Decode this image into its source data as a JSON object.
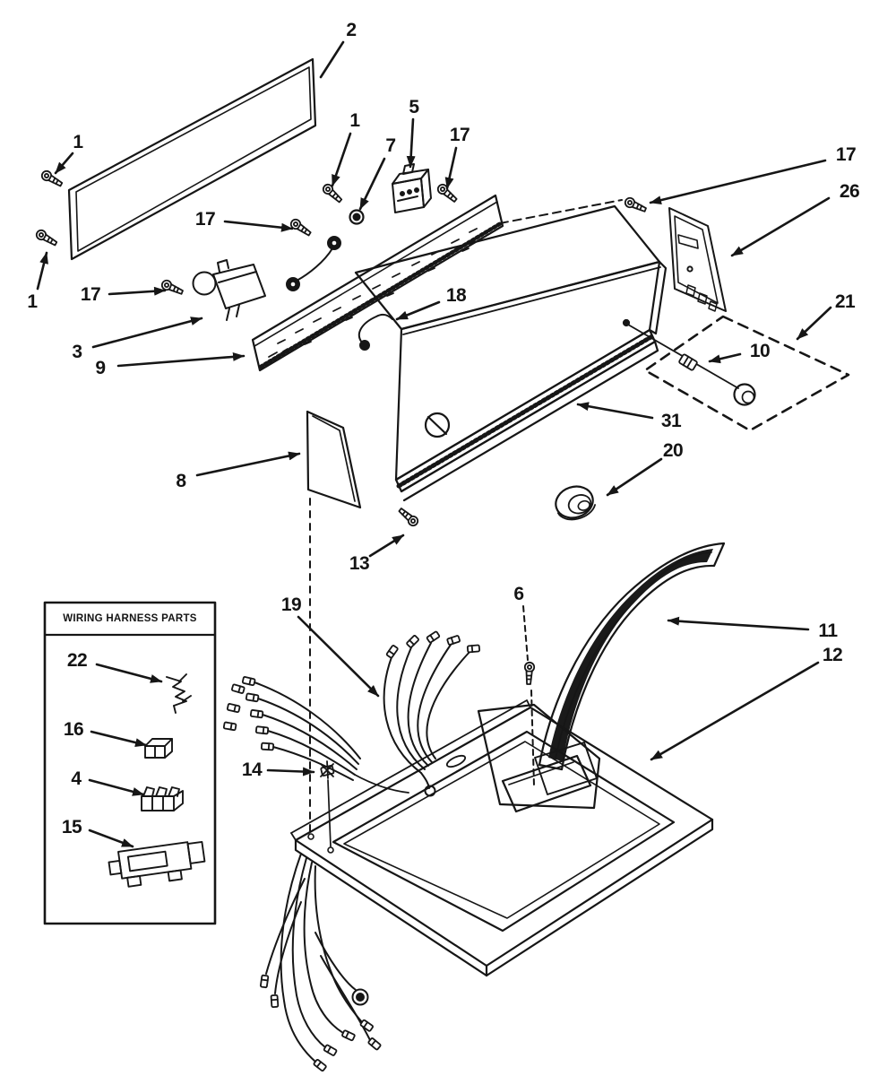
{
  "harness_box": {
    "title": "WIRING HARNESS PARTS",
    "items": [
      {
        "num": "22"
      },
      {
        "num": "16"
      },
      {
        "num": "4"
      },
      {
        "num": "15"
      }
    ]
  },
  "callouts": [
    {
      "num": "2"
    },
    {
      "num": "1"
    },
    {
      "num": "1"
    },
    {
      "num": "1"
    },
    {
      "num": "7"
    },
    {
      "num": "5"
    },
    {
      "num": "17"
    },
    {
      "num": "17"
    },
    {
      "num": "17"
    },
    {
      "num": "3"
    },
    {
      "num": "9"
    },
    {
      "num": "18"
    },
    {
      "num": "17"
    },
    {
      "num": "26"
    },
    {
      "num": "21"
    },
    {
      "num": "10"
    },
    {
      "num": "31"
    },
    {
      "num": "20"
    },
    {
      "num": "8"
    },
    {
      "num": "13"
    },
    {
      "num": "19"
    },
    {
      "num": "6"
    },
    {
      "num": "11"
    },
    {
      "num": "12"
    },
    {
      "num": "14"
    }
  ],
  "colors": {
    "ink": "#161616",
    "paper": "#ffffff"
  }
}
